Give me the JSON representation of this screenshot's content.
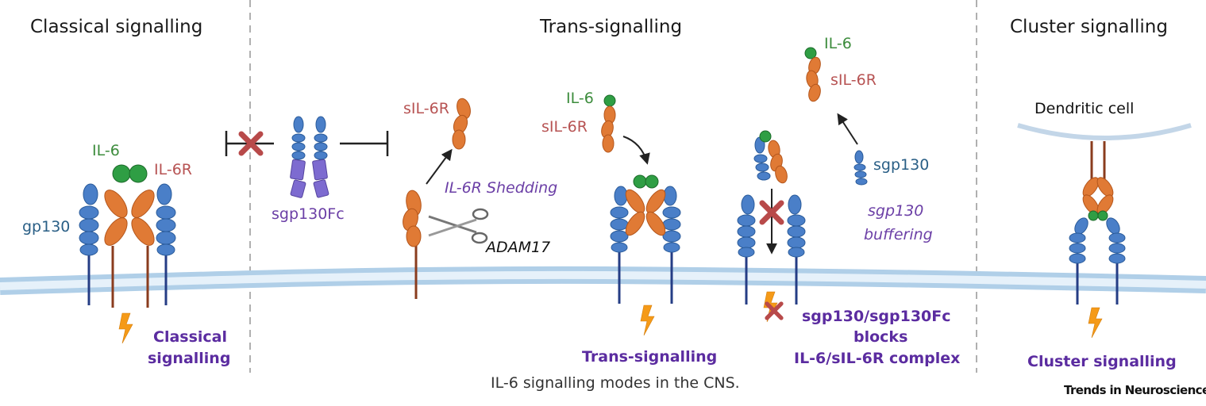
{
  "headers": {
    "classical": "Classical signalling",
    "trans": "Trans-signalling",
    "cluster": "Cluster signalling"
  },
  "labels": {
    "il6": "IL-6",
    "il6r": "IL-6R",
    "gp130": "gp130",
    "sgp130fc": "sgp130Fc",
    "sil6r": "sIL-6R",
    "il6r_shedding": "IL-6R Shedding",
    "adam17": "ADAM17",
    "sgp130": "sgp130",
    "sgp130_buffering_1": "sgp130",
    "sgp130_buffering_2": "buffering",
    "dendritic_cell": "Dendritic cell"
  },
  "outcomes": {
    "classical_1": "Classical",
    "classical_2": "signalling",
    "trans": "Trans-signalling",
    "blocks_1": "sgp130/sgp130Fc",
    "blocks_2": "blocks",
    "blocks_3": "IL-6/sIL-6R complex",
    "cluster": "Cluster signalling"
  },
  "caption": "IL-6 signalling modes in the CNS.",
  "source": "Trends in Neurosciences",
  "colors": {
    "gp130": "#4a7fc8",
    "il6r": "#e07a35",
    "il6": "#2f9e44",
    "sgp130fc": "#7d6bd0",
    "block_mark": "#b84a4a",
    "outcome_text": "#5b2ca0",
    "membrane": "#bcd8ef",
    "lightning": "#f59a18"
  },
  "icons": [
    "lightning-icon",
    "scissors-icon",
    "block-x-icon",
    "inhibit-bar-icon"
  ]
}
